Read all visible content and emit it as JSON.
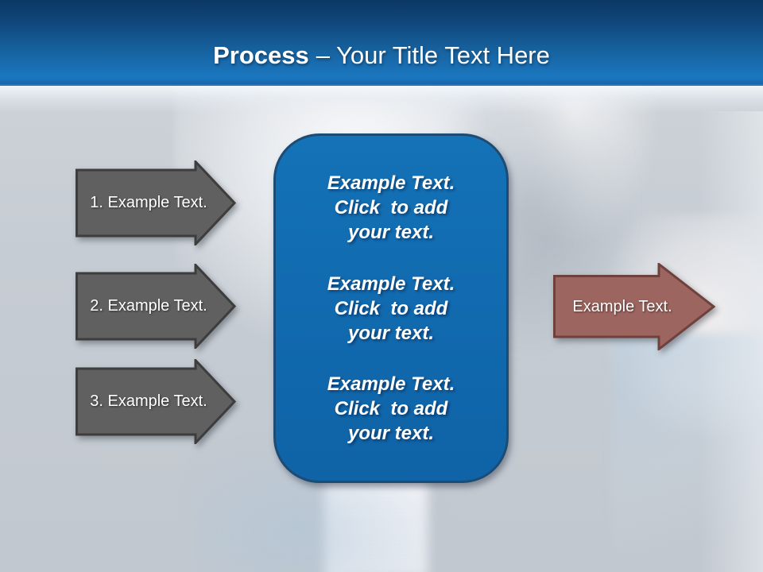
{
  "header": {
    "title_bold": "Process",
    "title_rest": "– Your Title Text Here"
  },
  "process_arrows": [
    {
      "label": "1. Example Text."
    },
    {
      "label": "2. Example Text."
    },
    {
      "label": "3. Example Text."
    }
  ],
  "center_panel": {
    "blocks": [
      {
        "lines": [
          "Example Text.",
          "Click  to add",
          "your text."
        ]
      },
      {
        "lines": [
          "Example Text.",
          "Click  to add",
          "your text."
        ]
      },
      {
        "lines": [
          "Example Text.",
          "Click  to add",
          "your text."
        ]
      }
    ]
  },
  "result_arrow": {
    "label": "Example Text."
  },
  "colors": {
    "header_gradient_top": "#0b3764",
    "header_gradient_bottom": "#1b77c0",
    "panel_fill": "#1169ae",
    "panel_border": "#1c4b74",
    "gray_arrow_fill": "#606060",
    "gray_arrow_border": "#3d3d3d",
    "red_arrow_fill": "#9c655f",
    "red_arrow_border": "#6f413c",
    "background": "#c5cbd2",
    "text": "#ffffff"
  }
}
